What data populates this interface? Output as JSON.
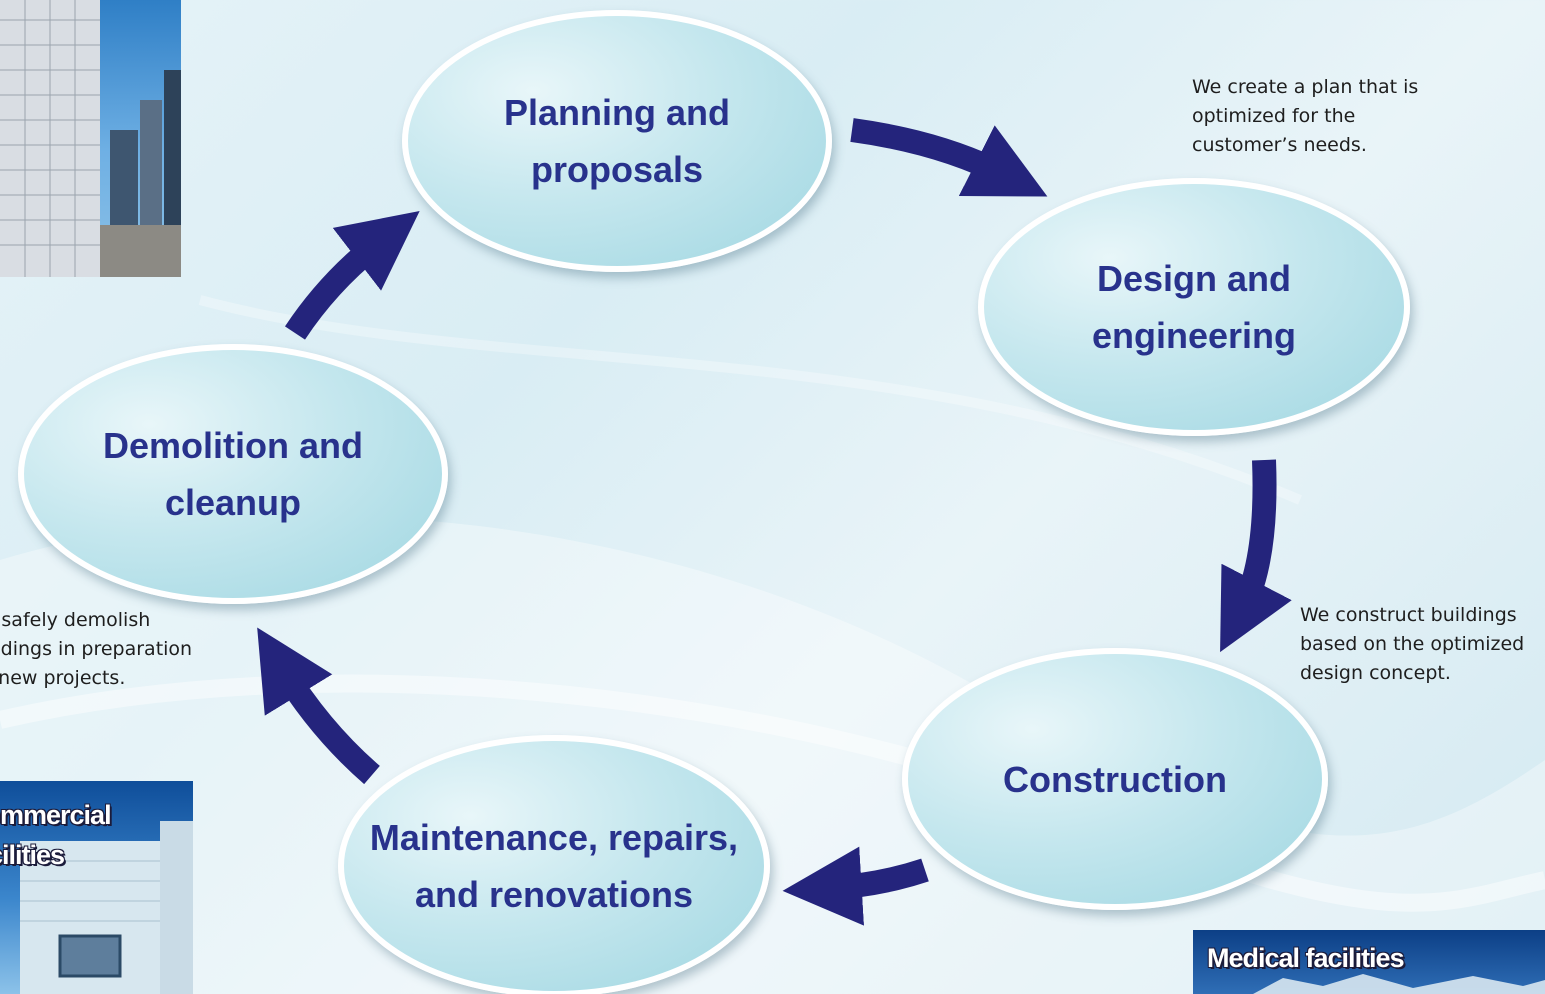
{
  "stages": {
    "planning": "Planning and\nproposals",
    "design": "Design and\nengineering",
    "construction": "Construction",
    "maintenance": "Maintenance, repairs,\nand renovations",
    "demolition": "Demolition and\ncleanup"
  },
  "descriptions": {
    "planning": "We create a plan that is\noptimized for the\ncustomer’s needs.",
    "construction": "We construct buildings\nbased on the optimized\ndesign concept.",
    "demolition": "We safely demolish\nbuildings in preparation\nfor new projects."
  },
  "photos": {
    "commercial_label": "Commercial\nfacilities",
    "medical_label": "Medical facilities"
  },
  "colors": {
    "arrow": "#24247c",
    "stage_text": "#28328c"
  }
}
